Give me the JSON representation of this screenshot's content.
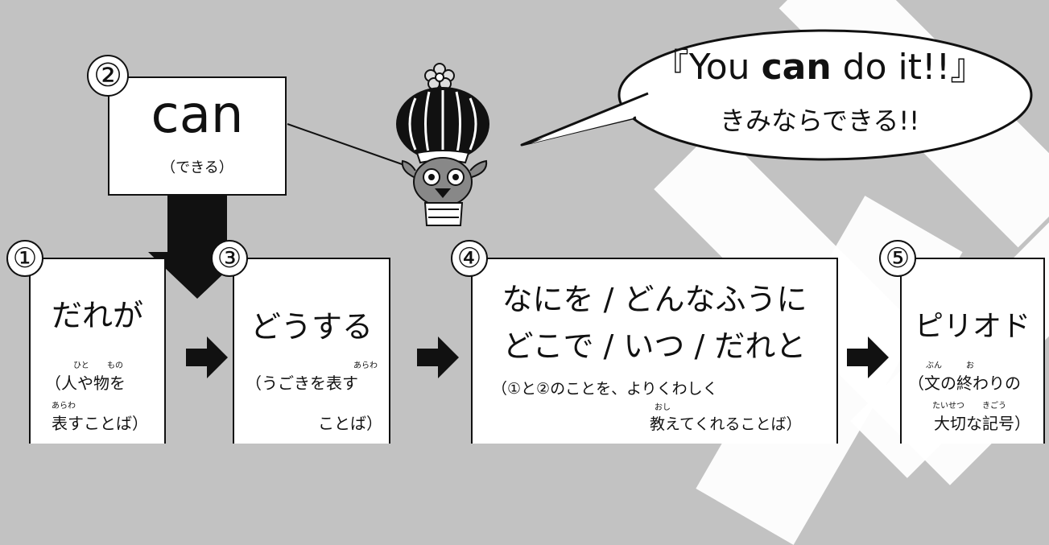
{
  "bubble": {
    "line1_open": "『You ",
    "line1_bold": "can",
    "line1_close": " do it!!』",
    "line2": "きみならできる!!"
  },
  "can_box": {
    "number": "②",
    "word": "can",
    "meaning": "（できる）"
  },
  "boxes": [
    {
      "number": "①",
      "title": "だれが",
      "desc_line1": "（人や物を",
      "desc_line2": "表すことば）",
      "ruby": [
        "ひと",
        "もの",
        "あらわ"
      ]
    },
    {
      "number": "③",
      "title": "どうする",
      "desc_line1": "（うごきを表す",
      "desc_line2": "ことば）",
      "ruby": [
        "あらわ"
      ]
    },
    {
      "number": "④",
      "title_line1": "なにを / どんなふうに",
      "title_line2": "どこで / いつ / だれと",
      "desc_line1": "（①と②のことを、よりくわしく",
      "desc_line2": "教えてくれることば）",
      "ruby": [
        "おし"
      ]
    },
    {
      "number": "⑤",
      "title": "ピリオド",
      "desc_line1": "（文の終わりの",
      "desc_line2": "大切な記号）",
      "ruby": [
        "ぶん",
        "お",
        "たいせつ",
        "きごう"
      ]
    }
  ]
}
